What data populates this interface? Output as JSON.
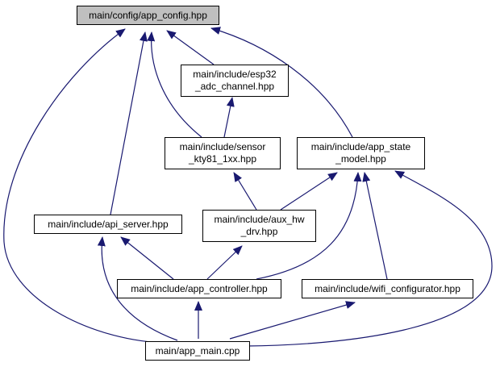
{
  "nodes": {
    "app_config": {
      "lines": [
        "main/config/app_config.hpp"
      ]
    },
    "esp32_adc_channel": {
      "lines": [
        "main/include/esp32",
        "_adc_channel.hpp"
      ]
    },
    "sensor_kty81": {
      "lines": [
        "main/include/sensor",
        "_kty81_1xx.hpp"
      ]
    },
    "app_state_model": {
      "lines": [
        "main/include/app_state",
        "_model.hpp"
      ]
    },
    "aux_hw_drv": {
      "lines": [
        "main/include/aux_hw",
        "_drv.hpp"
      ]
    },
    "api_server": {
      "lines": [
        "main/include/api_server.hpp"
      ]
    },
    "app_controller": {
      "lines": [
        "main/include/app_controller.hpp"
      ]
    },
    "wifi_configurator": {
      "lines": [
        "main/include/wifi_configurator.hpp"
      ]
    },
    "app_main": {
      "lines": [
        "main/app_main.cpp"
      ]
    }
  },
  "edge_color": "#191970",
  "root_fill": "#bfbfbf"
}
